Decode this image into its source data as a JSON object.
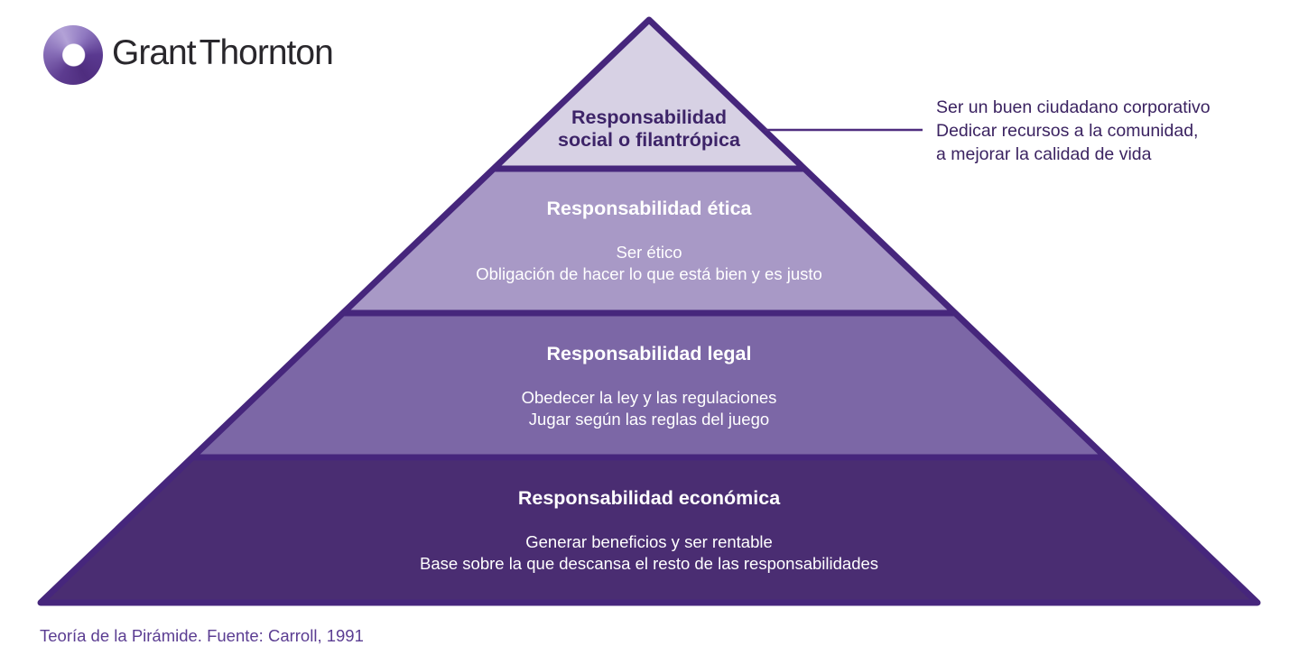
{
  "logo": {
    "brand": "Grant Thornton",
    "icon": "grant-thornton-swirl-icon"
  },
  "pyramid": {
    "outline_color": "#46267c",
    "tiers": [
      {
        "id": "social-filantropica",
        "title_lines": [
          "Responsabilidad",
          "social o filantrópica"
        ],
        "body_lines": [],
        "fill": "#d7d1e4",
        "title_color": "#3d2468"
      },
      {
        "id": "etica",
        "title_lines": [
          "Responsabilidad ética"
        ],
        "body_lines": [
          "Ser ético",
          "Obligación de hacer lo que está bien y es justo"
        ],
        "fill": "#aops",
        "title_color": "#ffffff"
      },
      {
        "id": "legal",
        "title_lines": [
          "Responsabilidad legal"
        ],
        "body_lines": [
          "Obedecer la ley y las regulaciones",
          "Jugar según las reglas del juego"
        ],
        "fill": "#7c67a6",
        "title_color": "#ffffff"
      },
      {
        "id": "economica",
        "title_lines": [
          "Responsabilidad económica"
        ],
        "body_lines": [
          "Generar beneficios y ser rentable",
          "Base sobre la que descansa el resto de las responsabilidades"
        ],
        "fill": "#4a2d72",
        "title_color": "#ffffff"
      }
    ]
  },
  "annotation": {
    "lines": [
      "Ser un buen ciudadano corporativo",
      "Dedicar recursos a la comunidad,",
      "a mejorar la calidad de vida"
    ],
    "connector_color": "#4f2d7f",
    "text_color": "#3b2361"
  },
  "caption": "Teoría de la Pirámide. Fuente: Carroll, 1991",
  "colors": {
    "tier1_fill": "#d7d1e4",
    "tier2_fill": "#a899c6",
    "tier3_fill": "#7c67a6",
    "tier4_fill": "#4a2d72",
    "outline": "#46267c",
    "caption_text": "#5b3d92",
    "brand_text": "#29272c"
  }
}
